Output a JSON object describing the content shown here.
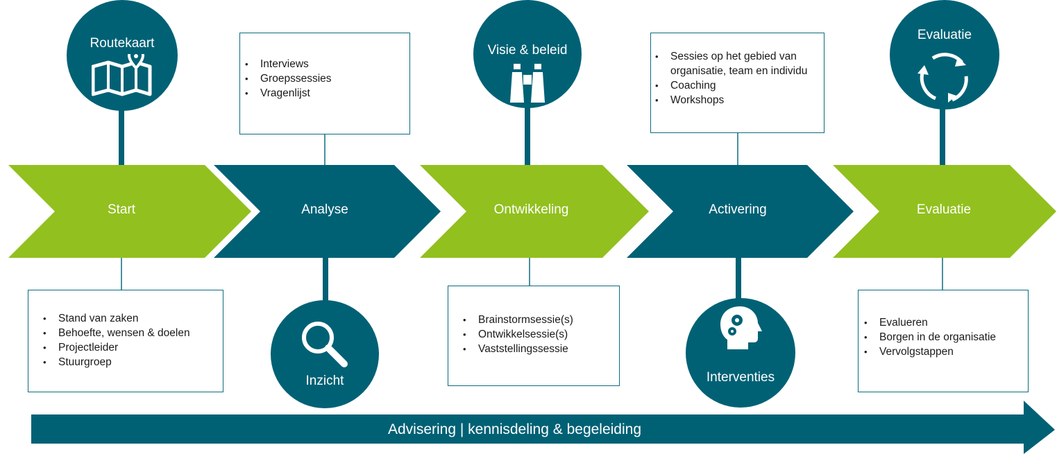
{
  "stages": [
    {
      "label": "Start",
      "color": "#92c01f"
    },
    {
      "label": "Analyse",
      "color": "#006175"
    },
    {
      "label": "Ontwikkeling",
      "color": "#92c01f"
    },
    {
      "label": "Activering",
      "color": "#006175"
    },
    {
      "label": "Evaluatie",
      "color": "#92c01f"
    }
  ],
  "circles": [
    {
      "title": "Routekaart",
      "icon": "map-icon"
    },
    {
      "title": "Inzicht",
      "icon": "magnifier-icon"
    },
    {
      "title": "Visie & beleid",
      "icon": "binoculars-icon"
    },
    {
      "title": "Interventies",
      "icon": "head-gears-icon"
    },
    {
      "title": "Evaluatie",
      "icon": "cycle-arrows-icon"
    }
  ],
  "boxes": {
    "start": [
      "Stand van zaken",
      "Behoefte, wensen & doelen",
      "Projectleider",
      "Stuurgroep"
    ],
    "analyse": [
      "Interviews",
      "Groepssessies",
      "Vragenlijst"
    ],
    "ontwikkeling": [
      "Brainstormsessie(s)",
      "Ontwikkelsessie(s)",
      "Vaststellingssessie"
    ],
    "activering": [
      "Sessies op het gebied van organisatie, team en individu",
      "Coaching",
      "Workshops"
    ],
    "evaluatie": [
      "Evalueren",
      "Borgen in de organisatie",
      "Vervolgstappen"
    ]
  },
  "bottom_arrow": {
    "label": "Advisering | kennisdeling & begeleiding",
    "color": "#006175"
  },
  "colors": {
    "teal": "#006175",
    "green": "#92c01f"
  }
}
